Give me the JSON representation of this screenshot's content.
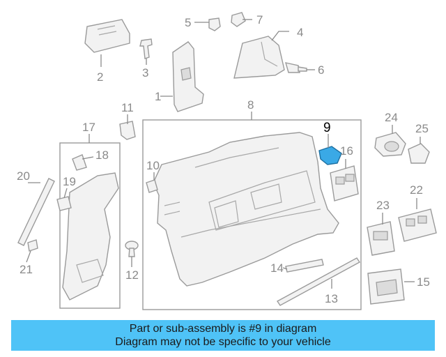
{
  "callouts": [
    "1",
    "2",
    "3",
    "4",
    "5",
    "6",
    "7",
    "8",
    "9",
    "10",
    "11",
    "12",
    "13",
    "14",
    "15",
    "16",
    "17",
    "18",
    "19",
    "20",
    "21",
    "22",
    "23",
    "24",
    "25"
  ],
  "highlighted_part": "9",
  "highlight_color": "#3aa9e6",
  "banner": {
    "line1": "Part or sub-assembly is #9 in diagram",
    "line2": "Diagram may not be specific to your vehicle",
    "background": "#4fc3f7"
  }
}
